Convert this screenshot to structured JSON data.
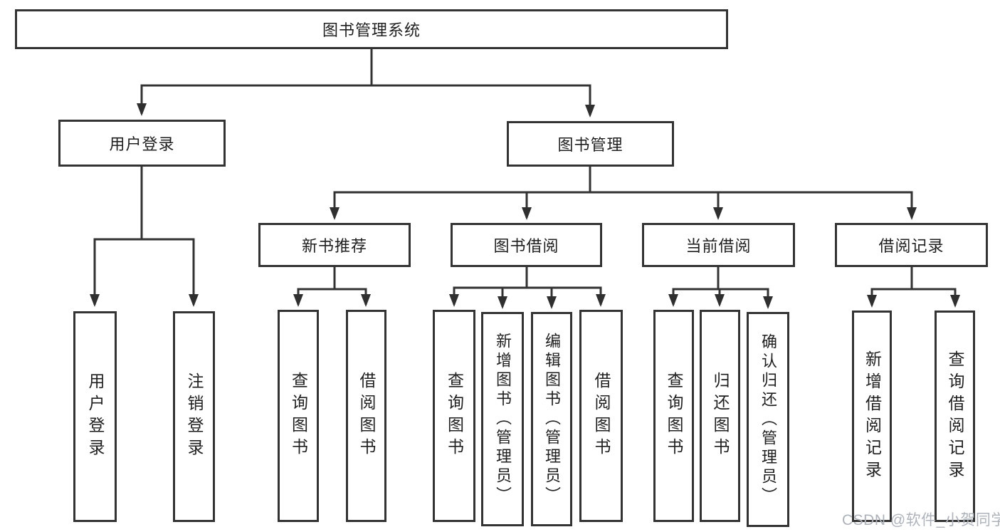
{
  "nodes": {
    "root": "图书管理系统",
    "user_login": "用户登录",
    "book_management": "图书管理",
    "new_book_recommend": "新书推荐",
    "book_borrow": "图书借阅",
    "current_borrow": "当前借阅",
    "borrow_records": "借阅记录",
    "user_login_leaf": "用户登录",
    "logout_leaf": "注销登录",
    "query_book_recommend": "查询图书",
    "borrow_book_recommend": "借阅图书",
    "query_book_borrow": "查询图书",
    "add_book_admin": "新增图书（管理员）",
    "edit_book_admin": "编辑图书（管理员）",
    "borrow_book_leaf": "借阅图书",
    "query_book_current": "查询图书",
    "return_book": "归还图书",
    "confirm_return_admin": "确认归还（管理员）",
    "add_borrow_record": "新增借阅记录",
    "query_borrow_record": "查询借阅记录"
  },
  "watermark": "CSDN @软件_小贺同学",
  "colors": {
    "line": "#333333",
    "text": "#1f1f1f",
    "background": "#ffffff",
    "watermark": "#aeb3bb"
  }
}
